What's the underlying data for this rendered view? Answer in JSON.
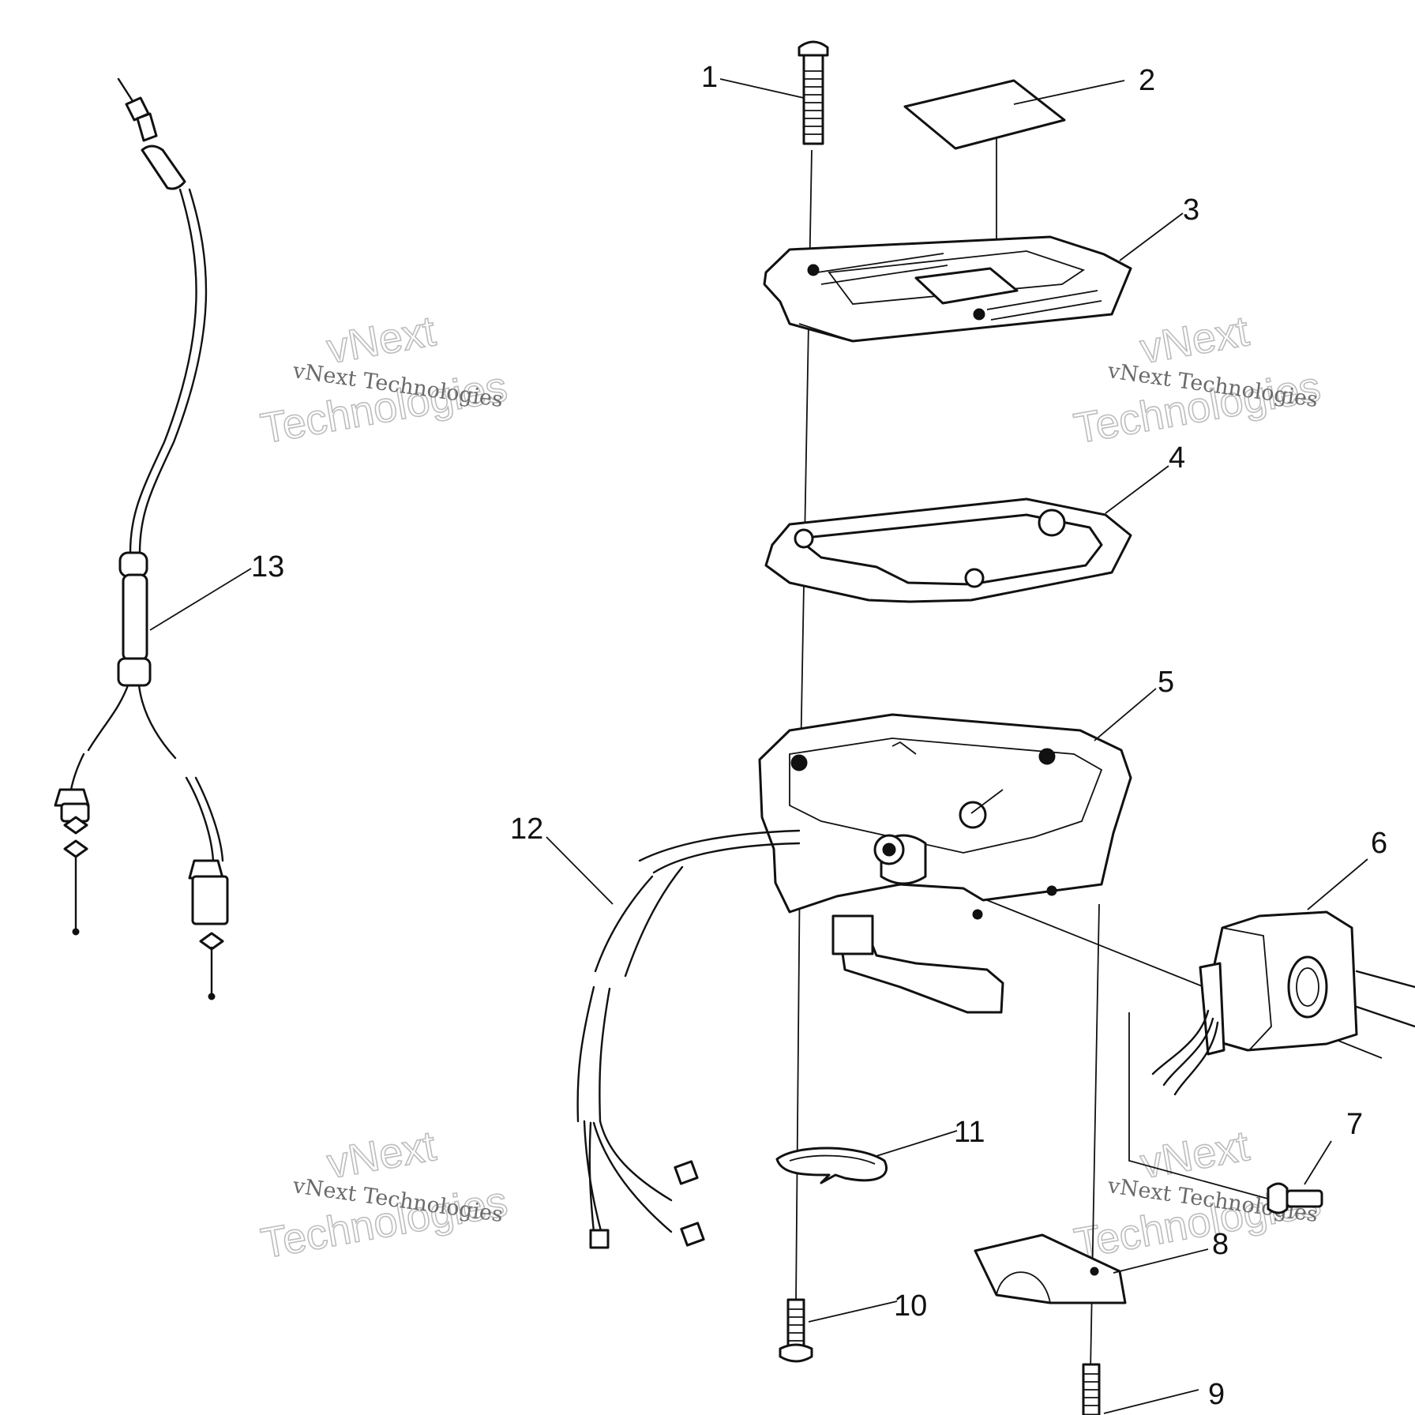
{
  "diagram": {
    "callouts": [
      "1",
      "2",
      "3",
      "4",
      "5",
      "6",
      "7",
      "8",
      "9",
      "10",
      "11",
      "12",
      "13"
    ]
  },
  "watermark": {
    "line1": "vNext",
    "line2": "Technologies",
    "caption": "vNext Technologies"
  }
}
